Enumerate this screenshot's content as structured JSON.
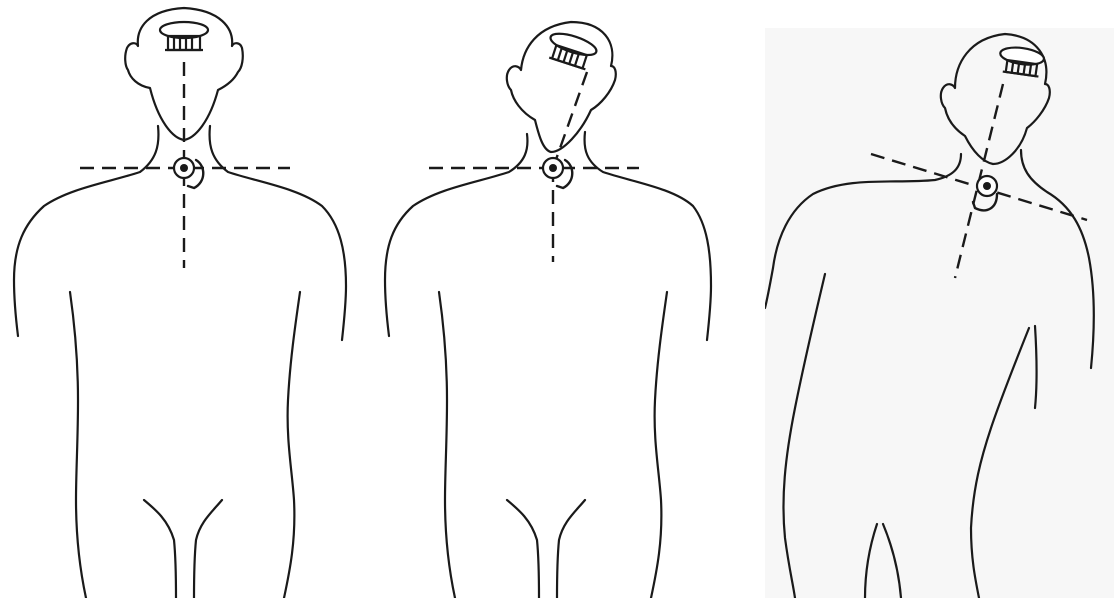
{
  "figure": {
    "colors": {
      "ink": "#1a1a1a",
      "paper": "#ffffff",
      "panel3_paper": "#f7f7f7"
    },
    "panels": [
      {
        "pose": "neutral",
        "icons": [
          "human-torso-outline",
          "head-coil-icon",
          "rotation-pivot-icon",
          "rotation-arrow-icon"
        ]
      },
      {
        "pose": "head-tilted",
        "icons": [
          "human-torso-outline",
          "head-coil-icon",
          "rotation-pivot-icon",
          "rotation-arrow-icon"
        ]
      },
      {
        "pose": "trunk-tilted",
        "icons": [
          "human-torso-outline",
          "head-coil-icon",
          "rotation-pivot-icon",
          "rotation-arrow-icon"
        ]
      }
    ]
  }
}
